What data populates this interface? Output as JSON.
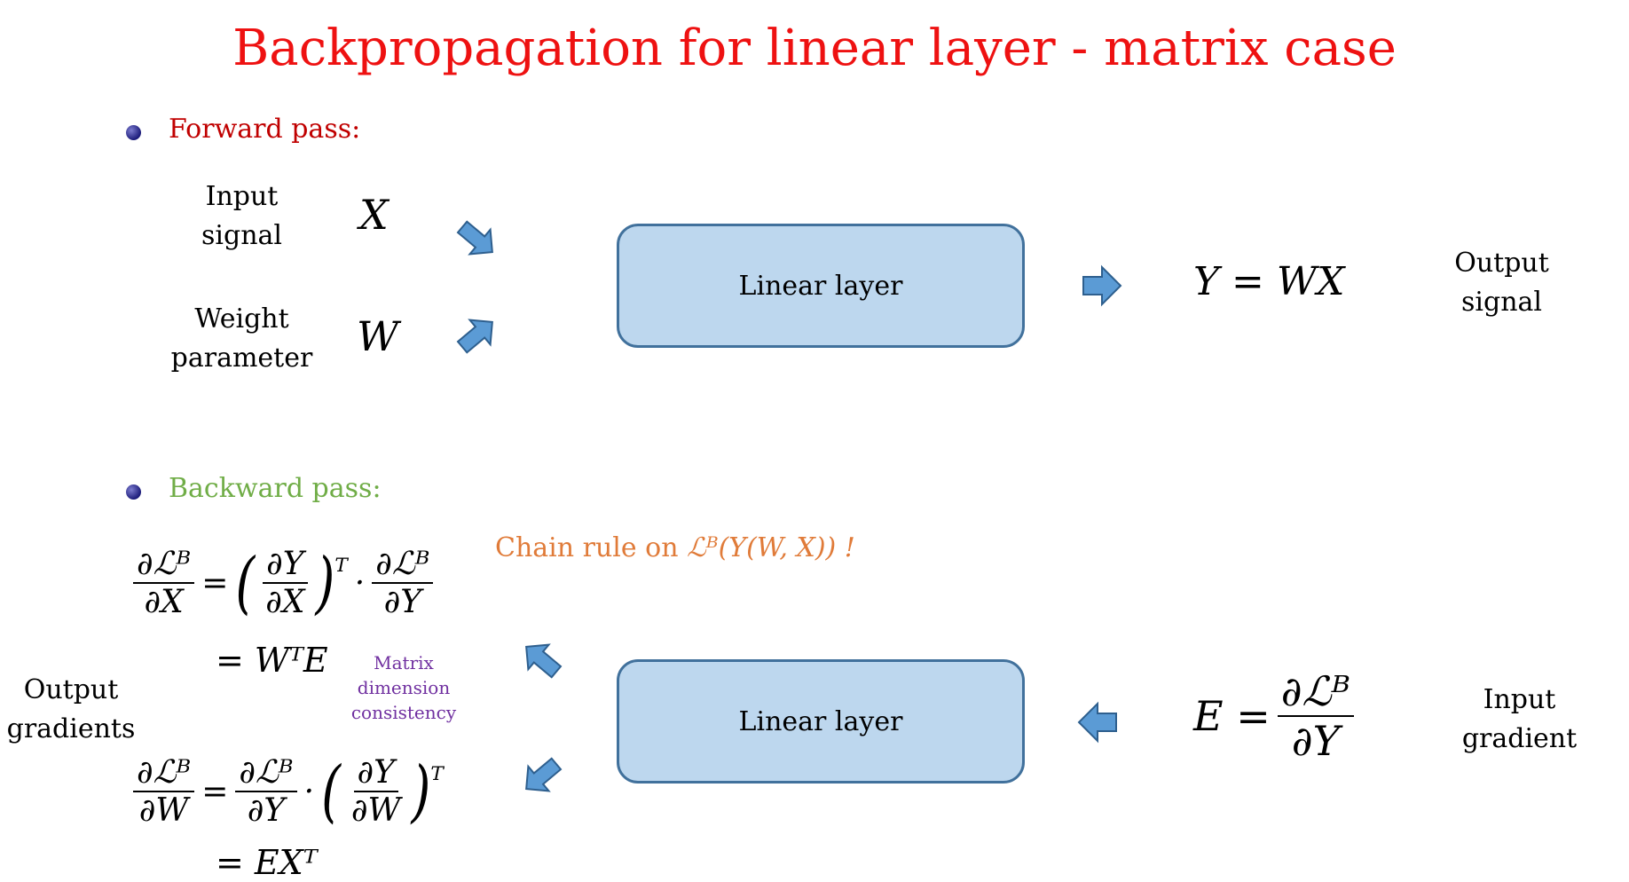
{
  "title": "Backpropagation for linear layer - matrix case",
  "forward": {
    "heading": "Forward pass:",
    "heading_color": "#c00000",
    "input_label_line1": "Input",
    "input_label_line2": "signal",
    "input_var": "X",
    "weight_label_line1": "Weight",
    "weight_label_line2": "parameter",
    "weight_var": "W",
    "box_label": "Linear layer",
    "output_equation": "Y = WX",
    "output_label_line1": "Output",
    "output_label_line2": "signal"
  },
  "backward": {
    "heading": "Backward pass:",
    "heading_color": "#70ad47",
    "chain_rule_prefix": "Chain rule on ",
    "chain_rule_expr": "ℒᴮ(Y(W, X)) !",
    "eq1_lhs_num": "∂ℒᴮ",
    "eq1_lhs_den": "∂X",
    "eq1_rhs_a_num": "∂Y",
    "eq1_rhs_a_den": "∂X",
    "eq1_rhs_b_num": "∂ℒᴮ",
    "eq1_rhs_b_den": "∂Y",
    "eq1_line2": "= WᵀE",
    "note_line1": "Matrix",
    "note_line2": "dimension",
    "note_line3": "consistency",
    "output_label_line1": "Output",
    "output_label_line2": "gradients",
    "eq2_lhs_num": "∂ℒᴮ",
    "eq2_lhs_den": "∂W",
    "eq2_rhs_a_num": "∂ℒᴮ",
    "eq2_rhs_a_den": "∂Y",
    "eq2_rhs_b_num": "∂Y",
    "eq2_rhs_b_den": "∂W",
    "eq2_line2": "= EXᵀ",
    "box_label": "Linear layer",
    "input_eq_lhs": "E =",
    "input_eq_num": "∂ℒᴮ",
    "input_eq_den": "∂Y",
    "input_label_line1": "Input",
    "input_label_line2": "gradient"
  },
  "colors": {
    "title": "#ee1111",
    "box_fill": "#bdd7ee",
    "box_border": "#41719c",
    "arrow_fill": "#5b9bd5",
    "arrow_stroke": "#2e5f8e",
    "chain_rule": "#e07b39",
    "note": "#7030a0"
  }
}
